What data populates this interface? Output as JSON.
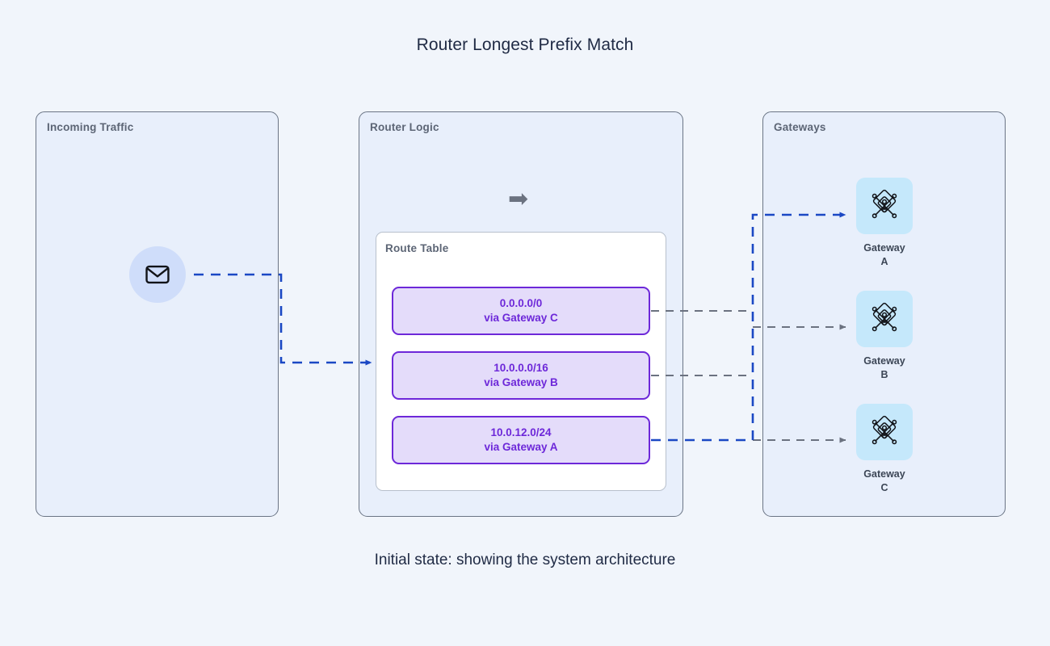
{
  "page": {
    "title": "Router Longest Prefix Match",
    "caption": "Initial state: showing the system architecture",
    "background_color": "#f1f5fb"
  },
  "colors": {
    "panel_fill": "#e8effb",
    "panel_border": "#6b7585",
    "route_entry_fill": "#e4dcfa",
    "route_entry_border": "#6d28d9",
    "route_entry_text": "#6d28d9",
    "gateway_icon_fill": "#c5e8fb",
    "envelope_circle_fill": "#cfddfa",
    "active_flow": "#1b48c4",
    "inactive_flow": "#6b7280",
    "title_text": "#1f2a44",
    "panel_title_text": "#5c6575"
  },
  "panels": {
    "incoming": {
      "title": "Incoming Traffic",
      "node": {
        "icon": "envelope-icon",
        "label": ""
      }
    },
    "router": {
      "title": "Router Logic",
      "process_icon": "right-arrow-icon",
      "route_table": {
        "title": "Route Table",
        "entries": [
          {
            "prefix": "0.0.0.0/0",
            "via": "via Gateway C",
            "gateway": "C",
            "active": false
          },
          {
            "prefix": "10.0.0.0/16",
            "via": "via Gateway B",
            "gateway": "B",
            "active": false
          },
          {
            "prefix": "10.0.12.0/24",
            "via": "via Gateway A",
            "gateway": "A",
            "active": true
          }
        ]
      }
    },
    "gateways": {
      "title": "Gateways",
      "nodes": [
        {
          "icon": "network-hub-icon",
          "label_line1": "Gateway",
          "label_line2": "A",
          "active": true
        },
        {
          "icon": "network-hub-icon",
          "label_line1": "Gateway",
          "label_line2": "B",
          "active": false
        },
        {
          "icon": "network-hub-icon",
          "label_line1": "Gateway",
          "label_line2": "C",
          "active": false
        }
      ]
    }
  },
  "flows": [
    {
      "from": "envelope",
      "to": "route-entry-1",
      "state": "active",
      "color": "#1b48c4"
    },
    {
      "from": "route-entry-0",
      "to": "junction",
      "state": "inactive",
      "color": "#6b7280"
    },
    {
      "from": "route-entry-1",
      "to": "junction",
      "state": "inactive",
      "color": "#6b7280"
    },
    {
      "from": "route-entry-2",
      "to": "gateway-a",
      "state": "active",
      "color": "#1b48c4"
    },
    {
      "from": "junction",
      "to": "gateway-b",
      "state": "inactive",
      "color": "#6b7280"
    },
    {
      "from": "junction",
      "to": "gateway-c",
      "state": "inactive",
      "color": "#6b7280"
    }
  ]
}
